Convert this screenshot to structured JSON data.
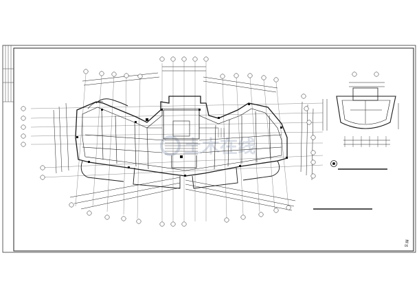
{
  "drawing": {
    "sheet_number": "建",
    "sheet_index": "06"
  },
  "watermark": {
    "text": "土木在线"
  },
  "colors": {
    "line": "#1a1a1a",
    "light_line": "#555555",
    "watermark": "#d7dde6",
    "background": "#ffffff"
  }
}
